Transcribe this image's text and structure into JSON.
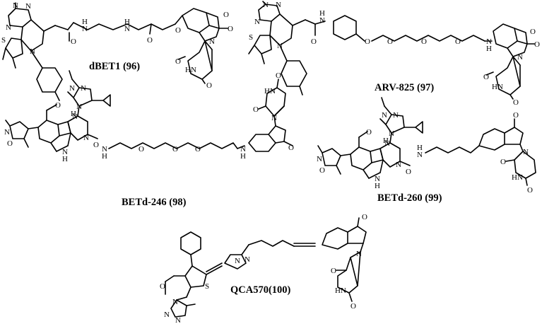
{
  "compounds": [
    {
      "id": "dBET1",
      "label": "dBET1 (96)"
    },
    {
      "id": "ARV-825",
      "label": "ARV-825 (97)"
    },
    {
      "id": "BETd-246",
      "label": "BETd-246 (98)"
    },
    {
      "id": "BETd-260",
      "label": "BETd-260 (99)"
    },
    {
      "id": "QCA570",
      "label": "QCA570(100)"
    }
  ]
}
